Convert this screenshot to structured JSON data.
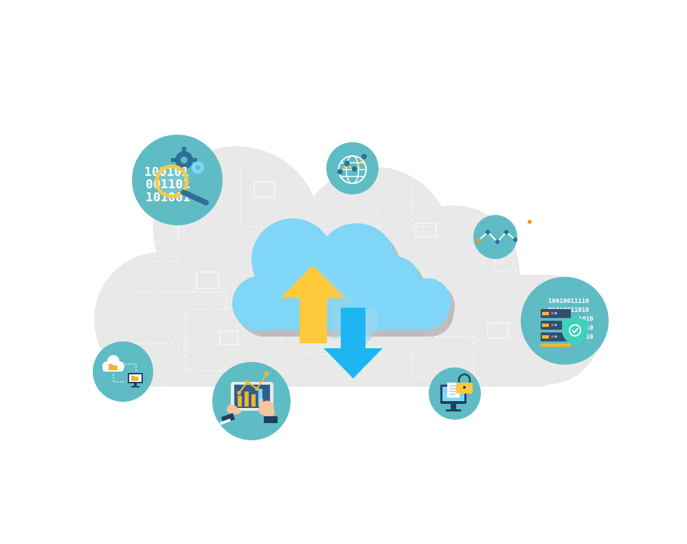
{
  "colors": {
    "background": "#ffffff",
    "big_cloud": "#e9e9e9",
    "main_cloud": "#7fd6f7",
    "main_cloud_shadow": "#bdbdbd",
    "upload_arrow": "#ffc93c",
    "download_arrow": "#1eb6f2",
    "badge": "#5fbcc4",
    "accent_orange": "#f7941d"
  },
  "icons": {
    "data_search": "data-search-icon",
    "global_network": "globe-location-icon",
    "analytics_line": "line-graph-icon",
    "secure_server": "server-shield-icon",
    "file_lock": "computer-lock-icon",
    "tablet_analytics": "tablet-chart-icon",
    "cloud_transfer": "cloud-folder-transfer-icon",
    "upload": "upload-arrow-icon",
    "download": "download-arrow-icon"
  },
  "binary": {
    "search_lines": [
      "100101",
      "001101",
      "101001"
    ],
    "server_lines": [
      "10010011110",
      "01010011010",
      "1010",
      "1010",
      "1010"
    ]
  }
}
